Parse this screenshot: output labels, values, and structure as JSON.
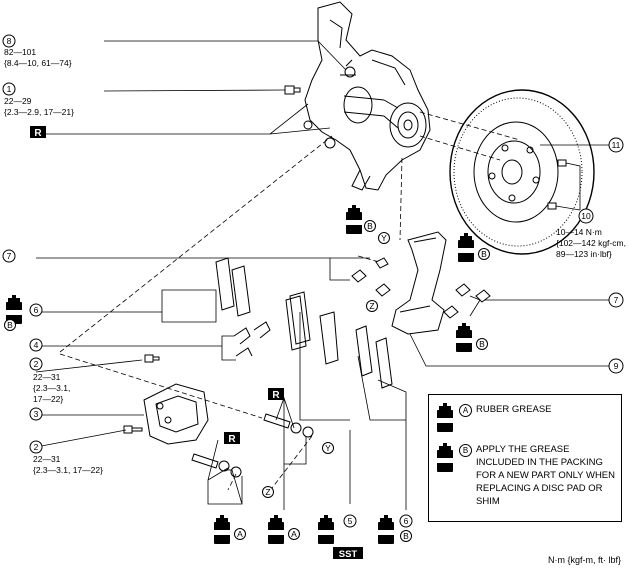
{
  "callouts": {
    "c1": {
      "num": "1",
      "torque": [
        "22—29",
        "{2.3—2.9, 17—21}"
      ]
    },
    "c2a": {
      "num": "2",
      "torque": [
        "22—31",
        "{2.3—3.1,",
        "17—22}"
      ]
    },
    "c2b": {
      "num": "2",
      "torque": [
        "22—31",
        "{2.3—3.1, 17—22}"
      ]
    },
    "c3": {
      "num": "3"
    },
    "c4": {
      "num": "4"
    },
    "c5": {
      "num": "5"
    },
    "c6a": {
      "num": "6"
    },
    "c6b": {
      "num": "6"
    },
    "c7a": {
      "num": "7"
    },
    "c7b": {
      "num": "7"
    },
    "c8": {
      "num": "8",
      "torque": [
        "82—101",
        "{8.4—10, 61—74}"
      ]
    },
    "c9": {
      "num": "9"
    },
    "c10": {
      "num": "10",
      "torque": [
        "10—14 N·m",
        "{102—142 kgf-cm,",
        "89—123 in·lbf}"
      ]
    },
    "c11": {
      "num": "11"
    }
  },
  "markers": {
    "replace": "R",
    "sst": "SST",
    "grease": "GREASE",
    "A": "A",
    "B": "B",
    "Y": "Y",
    "Z": "Z"
  },
  "legend": {
    "a": {
      "letter": "A",
      "text": "RUBER GREASE"
    },
    "b": {
      "letter": "B",
      "text": "APPLY THE GREASE INCLUDED IN THE PACKING FOR A NEW PART ONLY WHEN REPLACING A DISC PAD OR SHIM"
    }
  },
  "units": "N·m {kgf-m, ft· lbf}"
}
